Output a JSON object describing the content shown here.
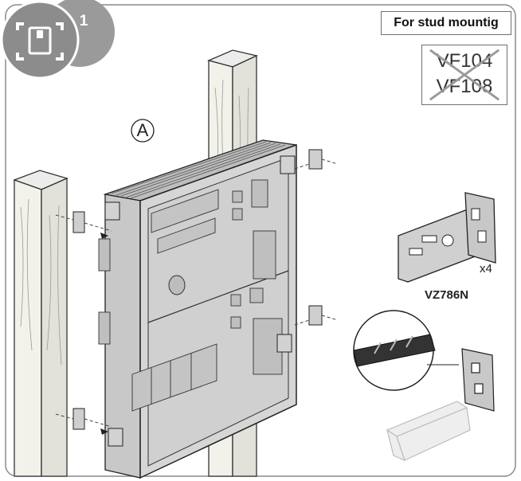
{
  "header": {
    "title": "For stud mountig",
    "step_number": "1"
  },
  "not_applicable_models": [
    "VF104",
    "VF108"
  ],
  "callout": {
    "label": "A"
  },
  "part": {
    "quantity": "x4",
    "code": "VZ786N"
  },
  "colors": {
    "frame_border": "#8a8a8a",
    "badge_fill": "#9a9a9a",
    "cross_color": "#9a9a9a",
    "box_fill": "#d6d6d6",
    "box_shade": "#bdbdbd",
    "wood": "#f2f2ea",
    "bracket": "#cfcfcf"
  }
}
